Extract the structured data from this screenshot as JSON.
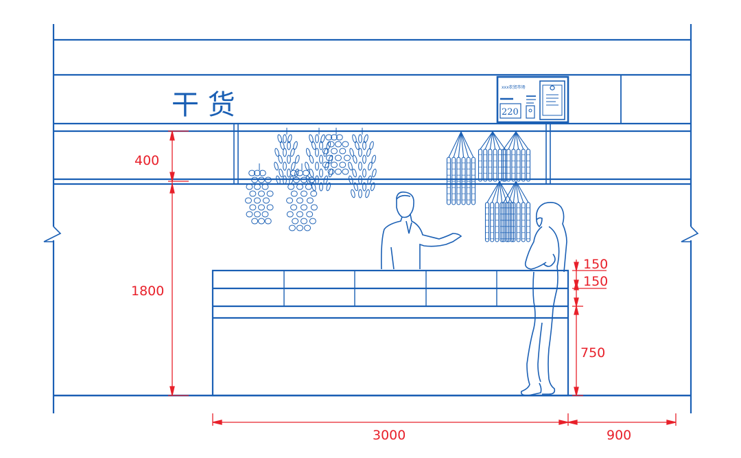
{
  "sign": {
    "title": "干 货",
    "board_caption": "xxx农贸市场",
    "price": "220"
  },
  "dimensions": {
    "beam_height": "400",
    "wall_height": "1800",
    "counter_top_1": "150",
    "counter_top_2": "150",
    "counter_base": "750",
    "counter_width": "3000",
    "side_width": "900"
  },
  "colors": {
    "line": "#1a5fb4",
    "dimension": "#e8202a",
    "background": "#ffffff"
  },
  "icons": {
    "hanging_goods_left": "dried-chili-pepper-bunches",
    "hanging_goods_right": "dried-sausage-bunches",
    "person_left": "vendor-figure",
    "person_right": "customer-figure"
  }
}
